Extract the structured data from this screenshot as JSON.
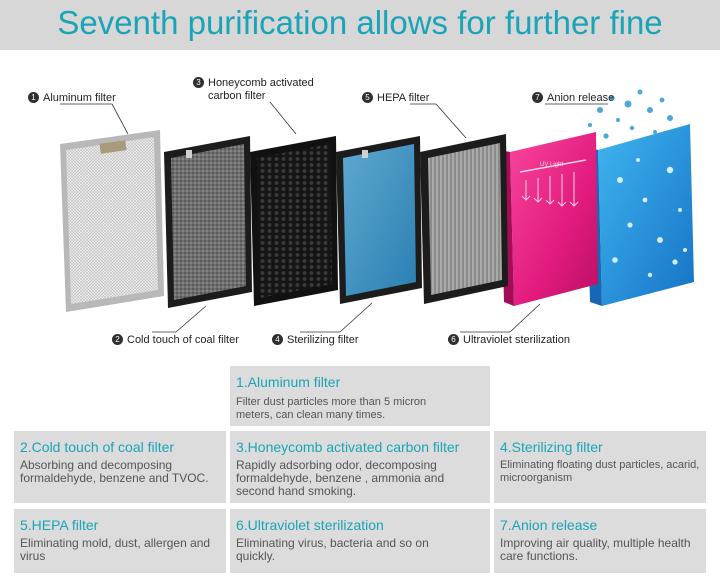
{
  "header": {
    "title": "Seventh purification allows for further fine"
  },
  "callouts": {
    "aluminum": {
      "num": "1",
      "label": "Aluminum filter"
    },
    "cold": {
      "num": "2",
      "label": "Cold touch of coal filter"
    },
    "honeycomb": {
      "num": "3",
      "line1": "Honeycomb activated",
      "line2": "carbon filter"
    },
    "sterilizing": {
      "num": "4",
      "label": "Sterilizing filter"
    },
    "hepa": {
      "num": "5",
      "label": "HEPA filter"
    },
    "uv": {
      "num": "6",
      "label": "Ultraviolet sterilization"
    },
    "anion": {
      "num": "7",
      "label": "Anion release"
    }
  },
  "uv_panel": {
    "text": "UV Light"
  },
  "cards": {
    "c1": {
      "title": "1.Aluminum filter",
      "body": "Filter dust particles more than 5 micron meters, can clean many times."
    },
    "c2": {
      "title": "2.Cold touch of coal filter",
      "body": "Absorbing and decomposing formaldehyde, benzene and TVOC."
    },
    "c3": {
      "title": "3.Honeycomb activated carbon filter",
      "body": "Rapidly adsorbing odor, decomposing formaldehyde, benzene , ammonia and second hand smoking."
    },
    "c4": {
      "title": "4.Sterilizing filter",
      "body": "Eliminating floating dust particles, acarid, microorganism"
    },
    "c5": {
      "title": "5.HEPA filter",
      "body": "Eliminating mold, dust, allergen and virus"
    },
    "c6": {
      "title": "6.Ultraviolet sterilization",
      "body": "Eliminating virus, bacteria and so on quickly."
    },
    "c7": {
      "title": "7.Anion release",
      "body": "Improving air quality, multiple health care functions."
    }
  },
  "colors": {
    "accent": "#1aa4b8",
    "card_bg": "#dcdcdc",
    "title_bar": "#d7d7d7"
  }
}
